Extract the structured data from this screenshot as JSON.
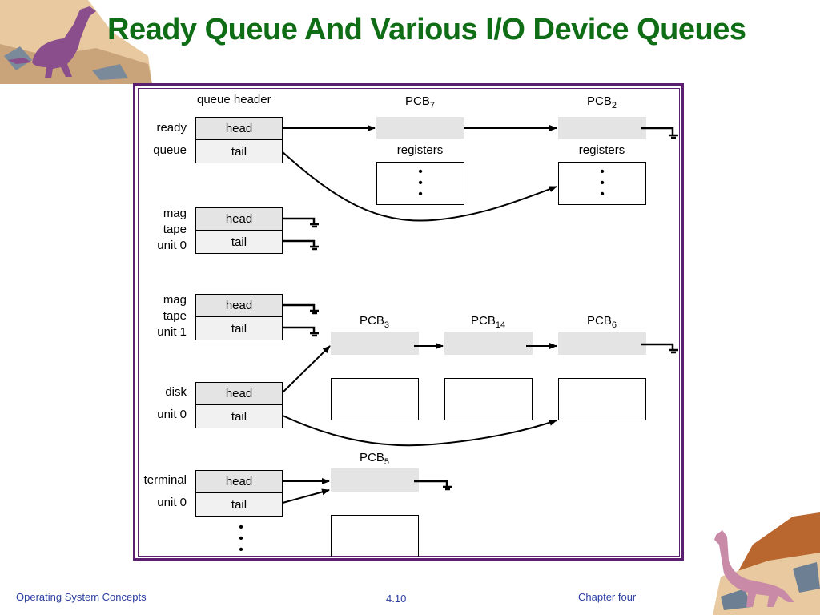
{
  "slide": {
    "title": "Ready Queue And Various I/O Device Queues",
    "footer_left": "Operating System Concepts",
    "footer_center": "4.10",
    "footer_right": "Chapter four"
  },
  "diagram": {
    "queue_header_label": "queue header",
    "head_label": "head",
    "tail_label": "tail",
    "registers_label": "registers",
    "queues": [
      {
        "name_lines": [
          "ready",
          "queue"
        ]
      },
      {
        "name_lines": [
          "mag",
          "tape",
          "unit 0"
        ]
      },
      {
        "name_lines": [
          "mag",
          "tape",
          "unit 1"
        ]
      },
      {
        "name_lines": [
          "disk",
          "unit 0"
        ]
      },
      {
        "name_lines": [
          "terminal",
          "unit 0"
        ]
      }
    ],
    "pcbs": [
      {
        "base": "PCB",
        "sub": "7"
      },
      {
        "base": "PCB",
        "sub": "2"
      },
      {
        "base": "PCB",
        "sub": "3"
      },
      {
        "base": "PCB",
        "sub": "14"
      },
      {
        "base": "PCB",
        "sub": "6"
      },
      {
        "base": "PCB",
        "sub": "5"
      }
    ]
  },
  "colors": {
    "title": "#0f6d16",
    "frame": "#5a1f6e",
    "footer": "#2a3fa0",
    "cell_header": "#e4e4e4"
  },
  "icons": [
    "dinosaur-top-left",
    "dinosaur-bottom-right"
  ]
}
